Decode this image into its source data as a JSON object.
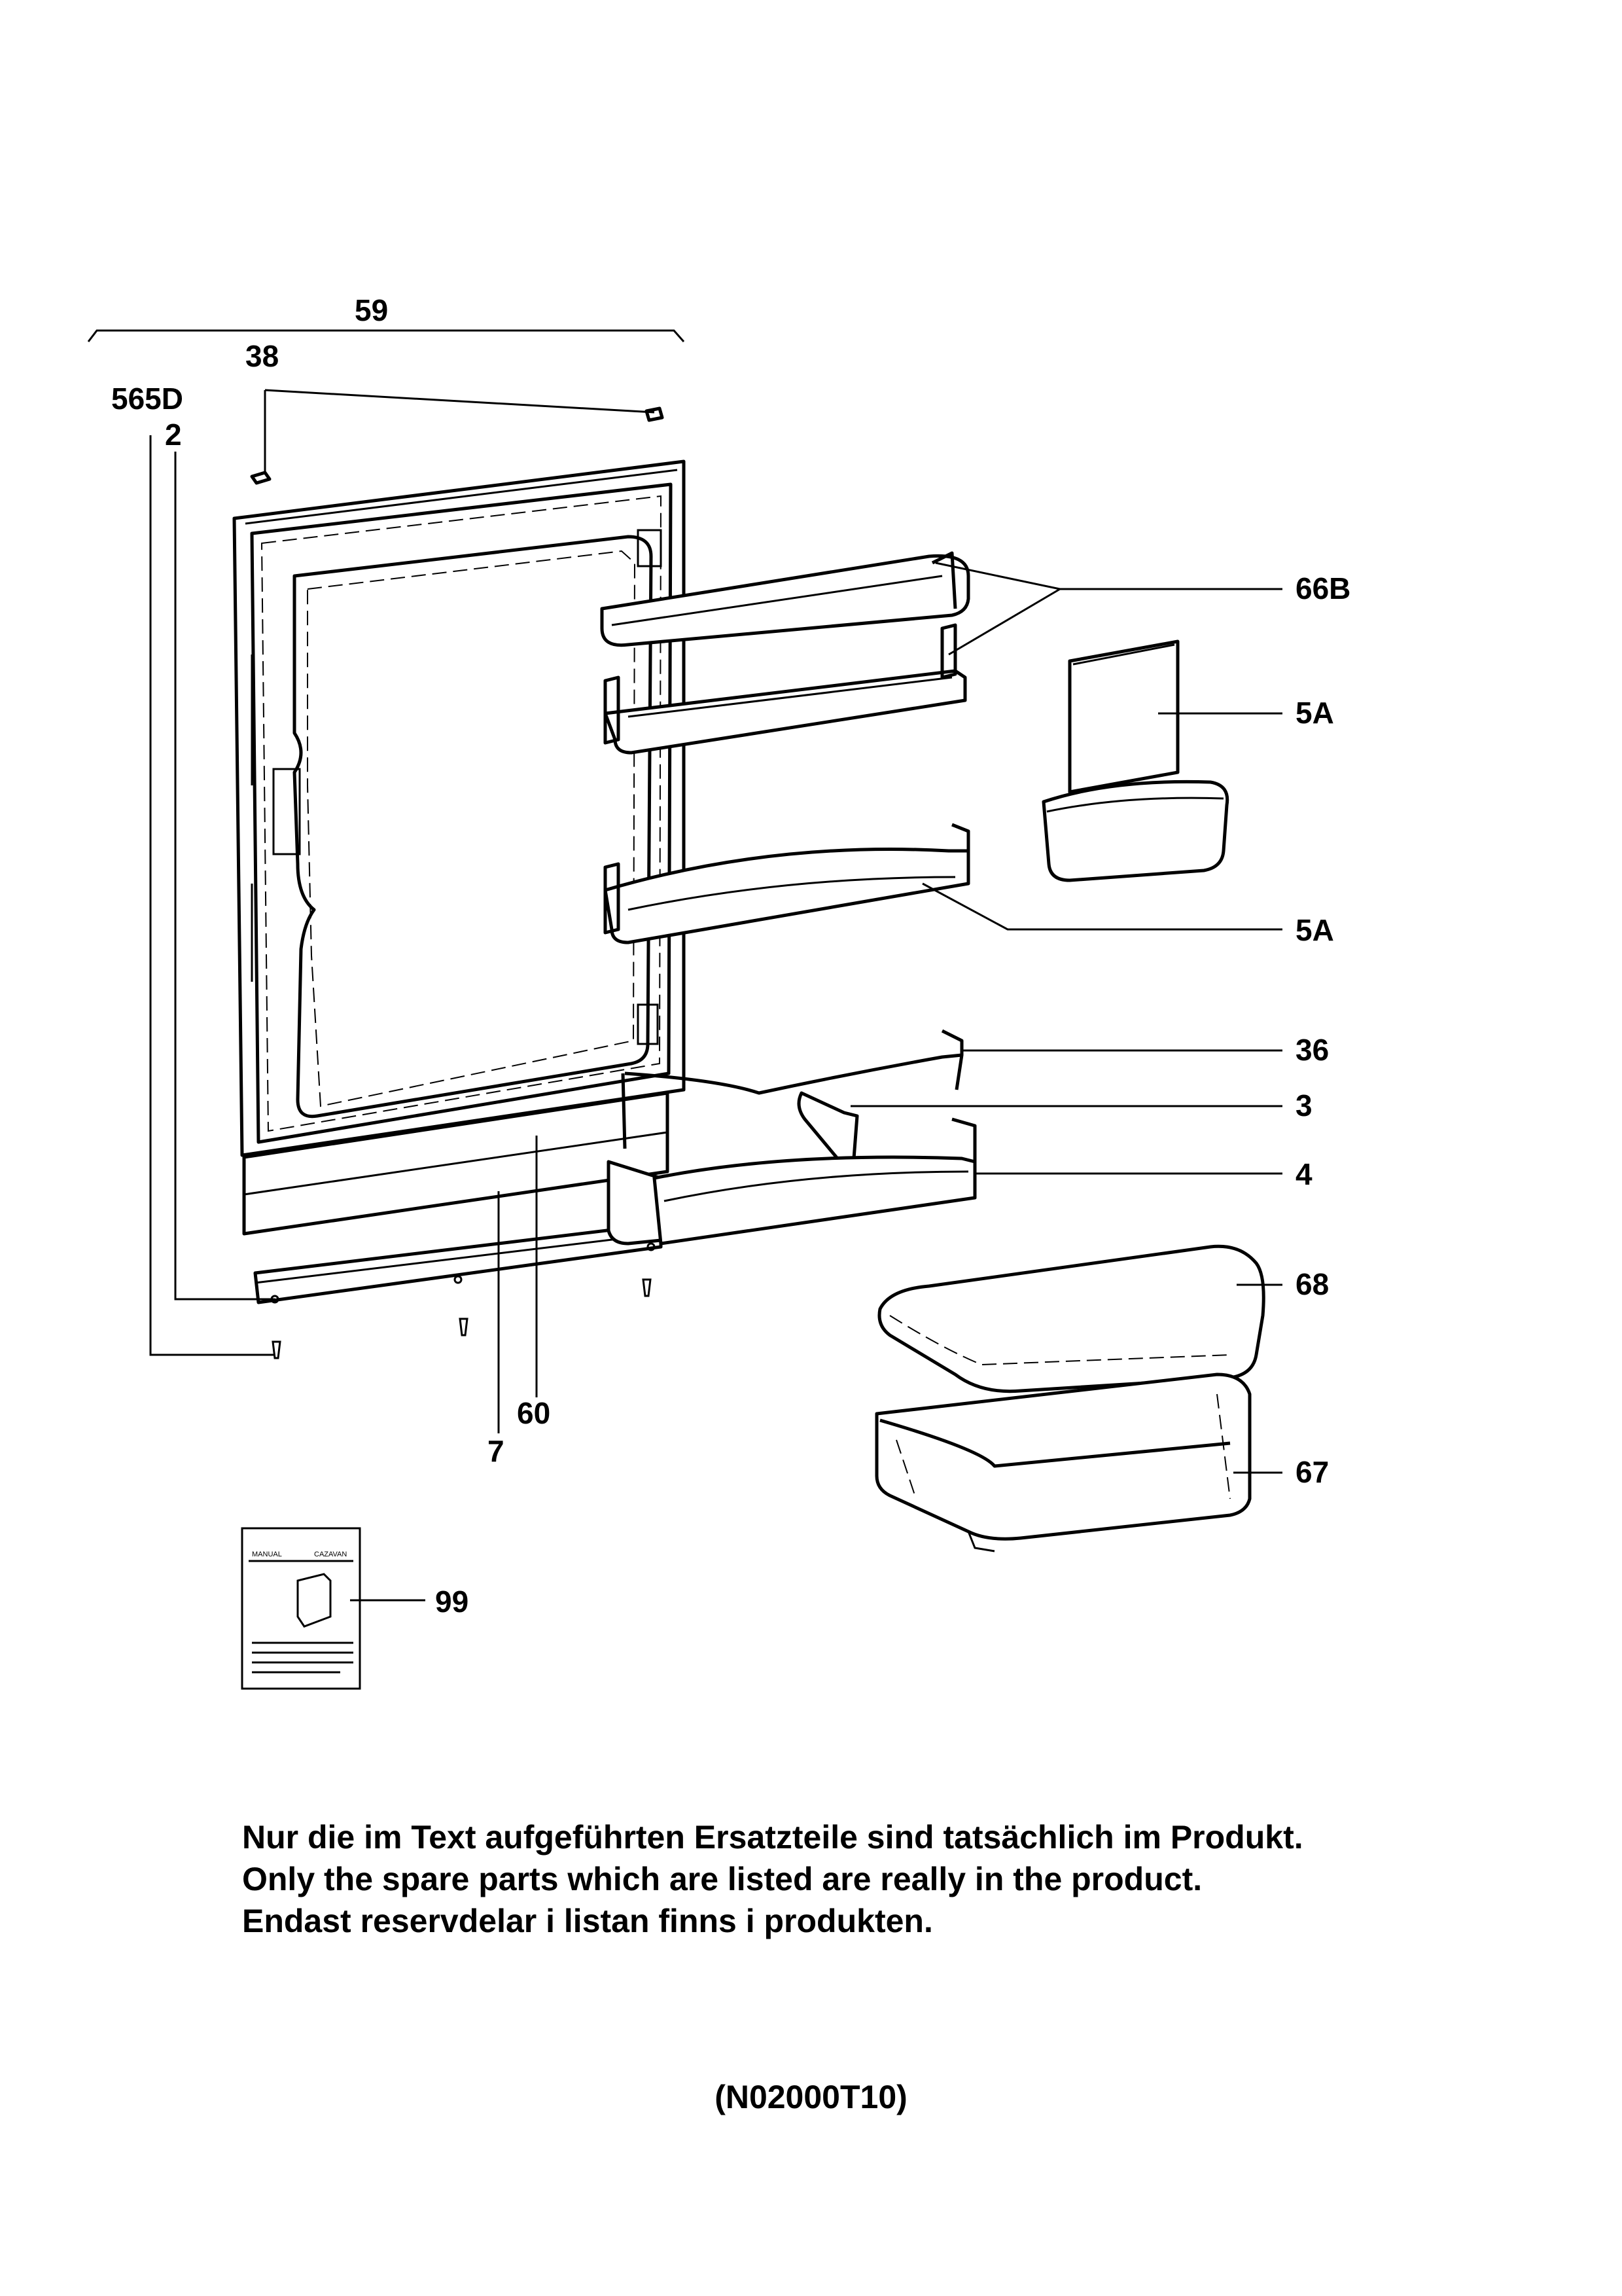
{
  "labels": {
    "p59": "59",
    "p38": "38",
    "p565d": "565D",
    "p2": "2",
    "p66b": "66B",
    "p5a_top": "5A",
    "p5a_mid": "5A",
    "p36": "36",
    "p3": "3",
    "p4": "4",
    "p68": "68",
    "p60": "60",
    "p7": "7",
    "p67": "67",
    "p99": "99"
  },
  "manual_thumbnail": {
    "left_header": "MANUAL",
    "right_header": "CAZAVAN"
  },
  "note": {
    "german": "Nur die im Text aufgeführten Ersatzteile sind tatsächlich im Produkt.",
    "english": "Only the spare parts which are listed are really in the product.",
    "swedish": "Endast reservdelar i listan finns i produkten."
  },
  "document_code": "(N02000T10)"
}
